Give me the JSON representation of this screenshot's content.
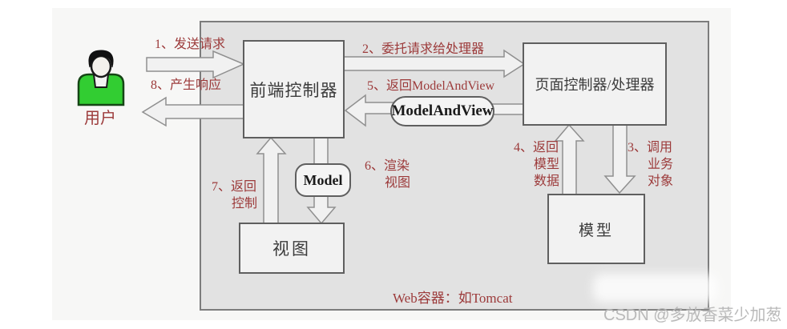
{
  "diagram": {
    "actor": {
      "label": "用户"
    },
    "nodes": {
      "front_controller": "前端控制器",
      "page_controller": "页面控制器/处理器",
      "view": "视图",
      "model": "模型",
      "model_and_view_token": "ModelAndView",
      "model_token": "Model"
    },
    "steps": {
      "s1": {
        "lines": [
          "1、发送请求"
        ]
      },
      "s2": {
        "lines": [
          "2、委托请求给处理器"
        ]
      },
      "s3": {
        "lines": [
          "3、调用",
          "业务",
          "对象"
        ]
      },
      "s4": {
        "lines": [
          "4、返回",
          "模型",
          "数据"
        ]
      },
      "s5": {
        "lines": [
          "5、返回ModelAndView"
        ]
      },
      "s6": {
        "lines": [
          "6、渲染",
          "视图"
        ]
      },
      "s7": {
        "lines": [
          "7、返回",
          "控制"
        ]
      },
      "s8": {
        "lines": [
          "8、产生响应"
        ]
      }
    },
    "container_label": "Web容器：如Tomcat",
    "watermark": "CSDN @多放香菜少加葱",
    "colors": {
      "step_label_red": "#9c3a3a",
      "actor_green": "#32cd32",
      "container_fill": "#e2e2e2",
      "node_fill": "#f2f2f2",
      "node_border": "#5f5f5f",
      "watermark_gray": "#b9b9b9"
    }
  }
}
